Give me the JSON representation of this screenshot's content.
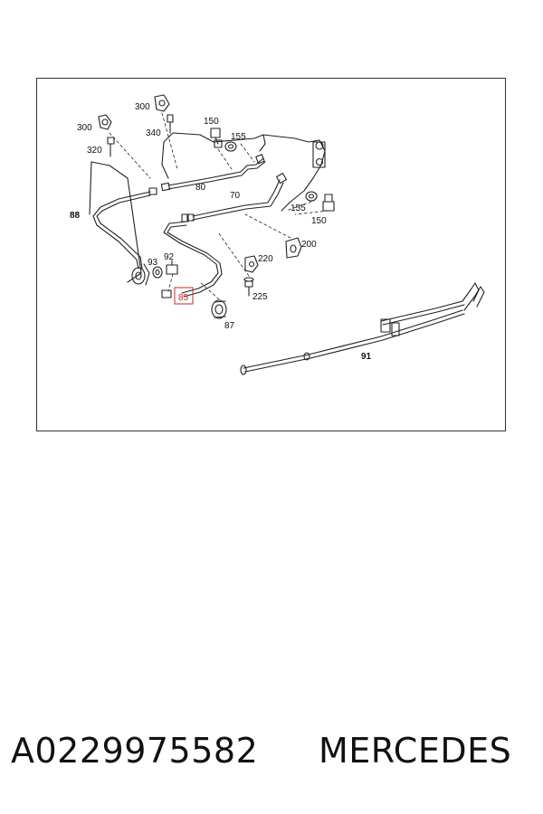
{
  "diagram": {
    "callouts": {
      "c300a": "300",
      "c300b": "300",
      "c150a": "150",
      "c340": "340",
      "c155a": "155",
      "c320": "320",
      "c80": "80",
      "c70": "70",
      "c88": "88",
      "c155b": "155",
      "c150b": "150",
      "c200": "200",
      "c92": "92",
      "c93": "93",
      "c220": "220",
      "c85": "85",
      "c225": "225",
      "c87": "87",
      "c91": "91"
    },
    "highlight_color": "#c92a2a"
  },
  "footer": {
    "part_number": "A0229975582",
    "brand": "MERCEDES"
  }
}
